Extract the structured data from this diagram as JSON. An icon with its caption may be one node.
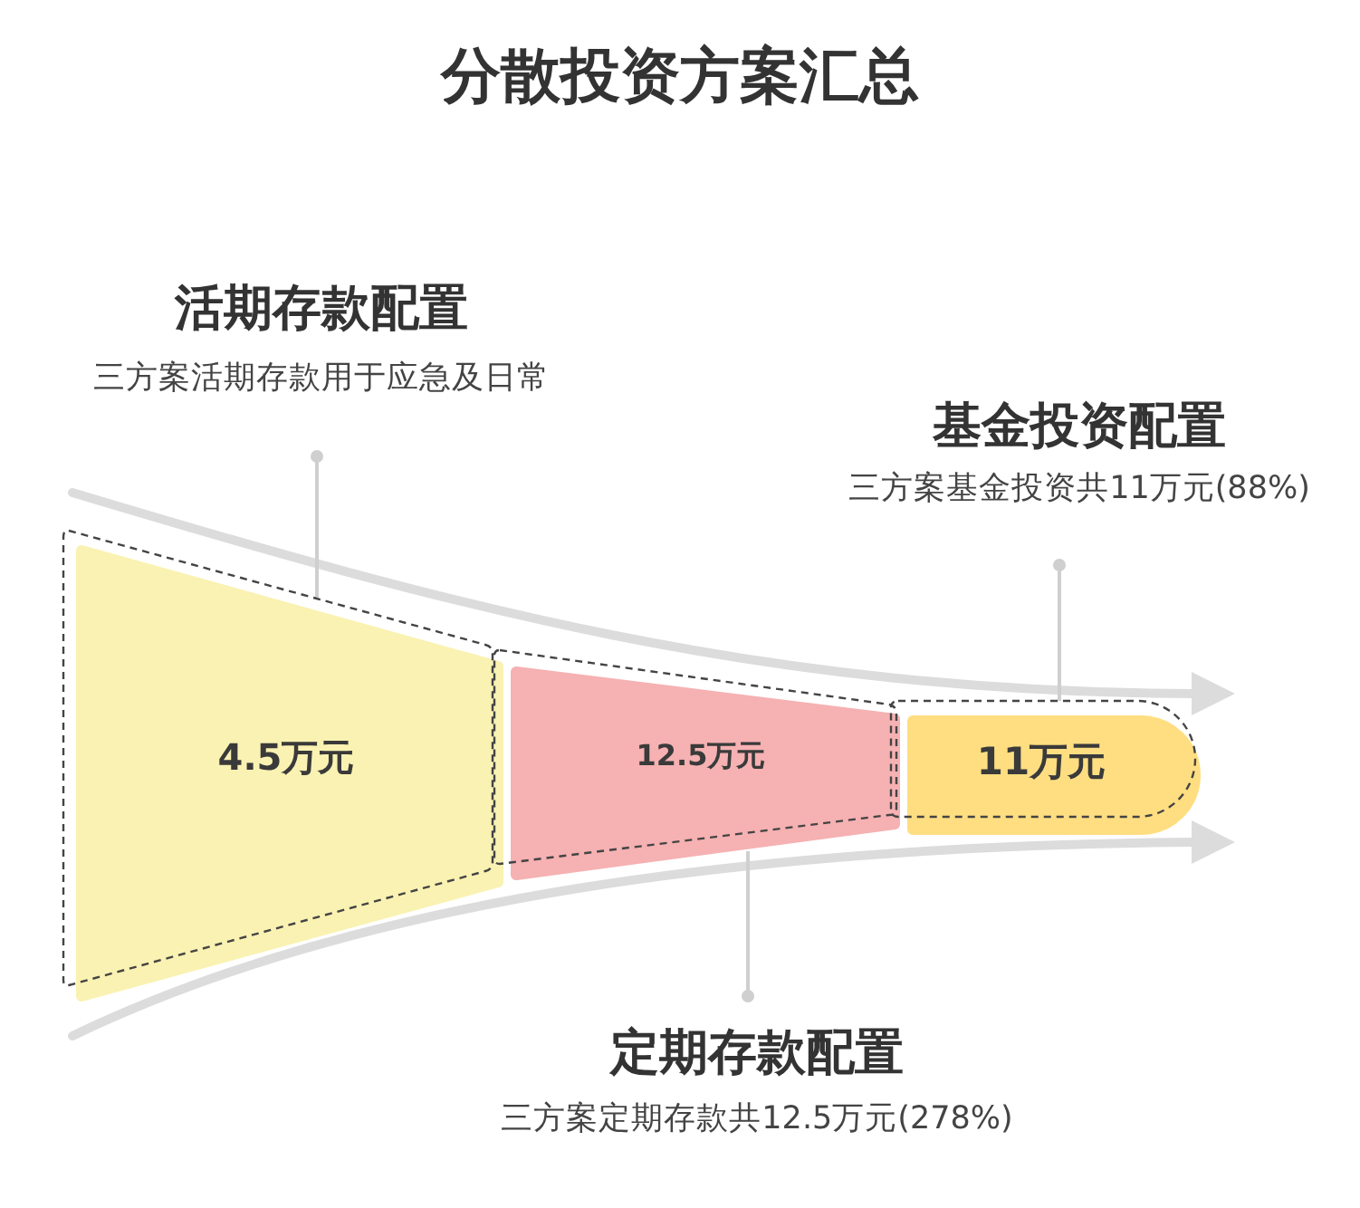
{
  "diagram": {
    "title": "分散投资方案汇总",
    "nodes": [
      {
        "text": [
          "活期存款配置",
          "三方案活期存款用于应急及日常"
        ]
      },
      {
        "text": [
          "基金投资配置",
          "三方案基金投资共11万元(88%)"
        ]
      },
      {
        "text": [
          "4.5万元"
        ]
      },
      {
        "text": [
          "12.5万元"
        ]
      },
      {
        "text": [
          "11万元"
        ]
      },
      {
        "text": [
          "定期存款配置",
          "三方案定期存款共12.5万元(278%)"
        ]
      }
    ],
    "edges": [
      {
        "from": 0,
        "to": 2,
        "arrow": "other"
      },
      {
        "from": 1,
        "to": 4,
        "arrow": "other"
      },
      {
        "from": 5,
        "to": 3,
        "arrow": "other"
      }
    ]
  }
}
